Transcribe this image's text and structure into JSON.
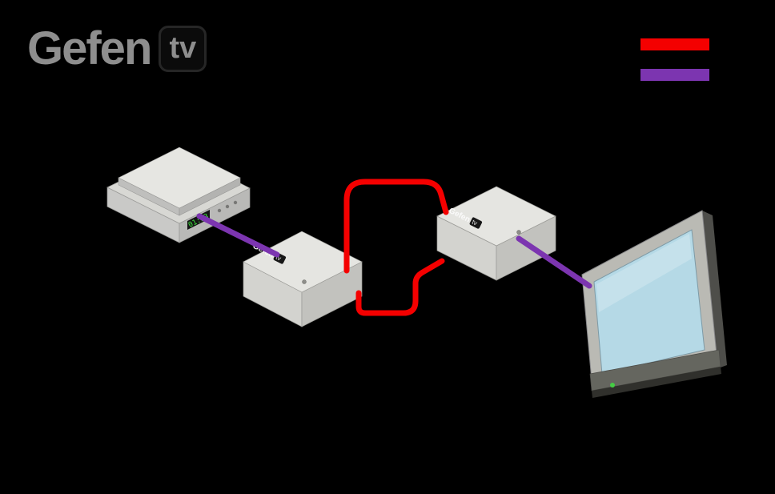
{
  "canvas": {
    "background": "#000000"
  },
  "logo": {
    "brand": "Gefen",
    "tv": "tv"
  },
  "legend": {
    "items": [
      {
        "name": "cat5-cable-swatch",
        "color": "#f40000"
      },
      {
        "name": "hdmi-cable-swatch",
        "color": "#7c35b0"
      }
    ]
  },
  "cables": {
    "cat5_color": "#f40000",
    "hdmi_color": "#7c35b0"
  },
  "source_player": {
    "display_text": "01:23",
    "display_color": "#3fe43f"
  },
  "sender_box": {
    "brand": "Gefen",
    "tv": "tv"
  },
  "receiver_box": {
    "brand": "Gefen",
    "tv": "tv"
  },
  "tv_display": {
    "screen_color": "#b5d9e6",
    "led_color": "#44cc44"
  }
}
